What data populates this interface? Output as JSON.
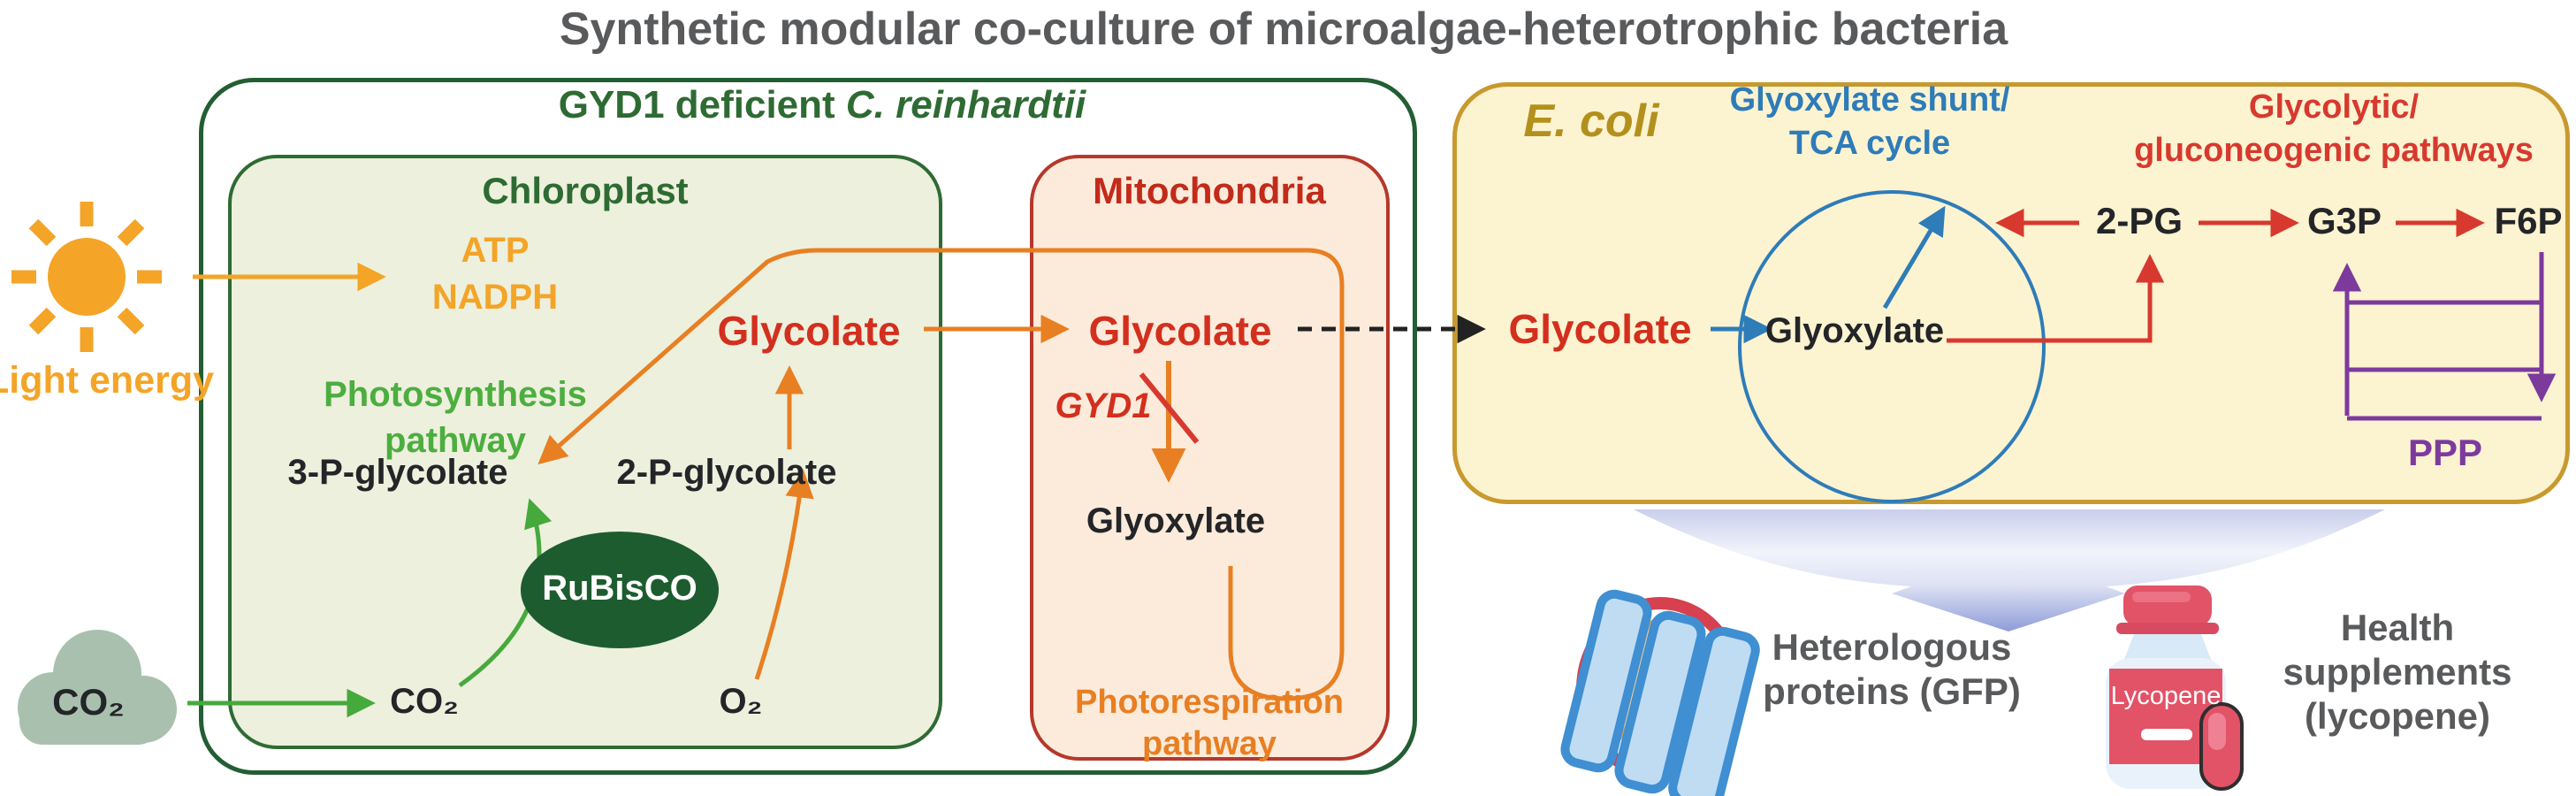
{
  "title": "Synthetic modular co-culture of microalgae-heterotrophic bacteria",
  "inputs": {
    "light_label": "Light energy",
    "co2_cloud_label": "CO₂"
  },
  "alga": {
    "header_prefix": "GYD1 deficient ",
    "header_species": "C. reinhardtii",
    "chloroplast": {
      "label": "Chloroplast",
      "atp": "ATP",
      "nadph": "NADPH",
      "pathway_line1": "Photosynthesis",
      "pathway_line2": "pathway",
      "p3_glycolate": "3-P-glycolate",
      "p2_glycolate": "2-P-glycolate",
      "enzyme": "RuBisCO",
      "co2": "CO₂",
      "o2": "O₂",
      "glycolate": "Glycolate"
    },
    "mitochondria": {
      "label": "Mitochondria",
      "glycolate": "Glycolate",
      "gene": "GYD1",
      "glyoxylate": "Glyoxylate",
      "pathway_line1": "Photorespiration",
      "pathway_line2": "pathway"
    }
  },
  "ecoli": {
    "label": "E. coli",
    "tca_line1": "Glyoxylate shunt/",
    "tca_line2": "TCA cycle",
    "glycolate": "Glycolate",
    "glyoxylate": "Glyoxylate",
    "glyco_line1": "Glycolytic/",
    "glyco_line2": "gluconeogenic pathways",
    "pg2": "2-PG",
    "g3p": "G3P",
    "f6p": "F6P",
    "ppp": "PPP"
  },
  "products": {
    "gfp_line1": "Heterologous",
    "gfp_line2": "proteins (GFP)",
    "bottle_label": "Lycopene",
    "health_line1": "Health",
    "health_line2": "supplements",
    "health_line3": "(lycopene)"
  },
  "icons": {
    "sun": "sun-icon",
    "cloud": "co2-cloud-icon",
    "funnel": "funnel-arrow-icon",
    "gfp": "gfp-protein-icon",
    "bottle": "lycopene-bottle-icon",
    "capsule": "capsule-icon"
  },
  "colors": {
    "title_gray": "#595a5c",
    "orange": "#f4a427",
    "deep_orange": "#e87f22",
    "green": "#46a93c",
    "light_green_text": "#4cae3f",
    "dark_green": "#2e6b33",
    "chloro_fill": "#edf0dd",
    "mito_fill": "#fcebdb",
    "mito_border": "#b5382b",
    "red": "#d32f1e",
    "red_arrow": "#d7392e",
    "blue": "#2e7cb8",
    "purple": "#7d3a9d",
    "ecoli_fill": "#fcf3d1",
    "gold_border": "#c8992e",
    "gold_text": "#b3901c",
    "cloud_fill": "#a9c0af",
    "funnel_lavender": "#8f9cd8"
  }
}
